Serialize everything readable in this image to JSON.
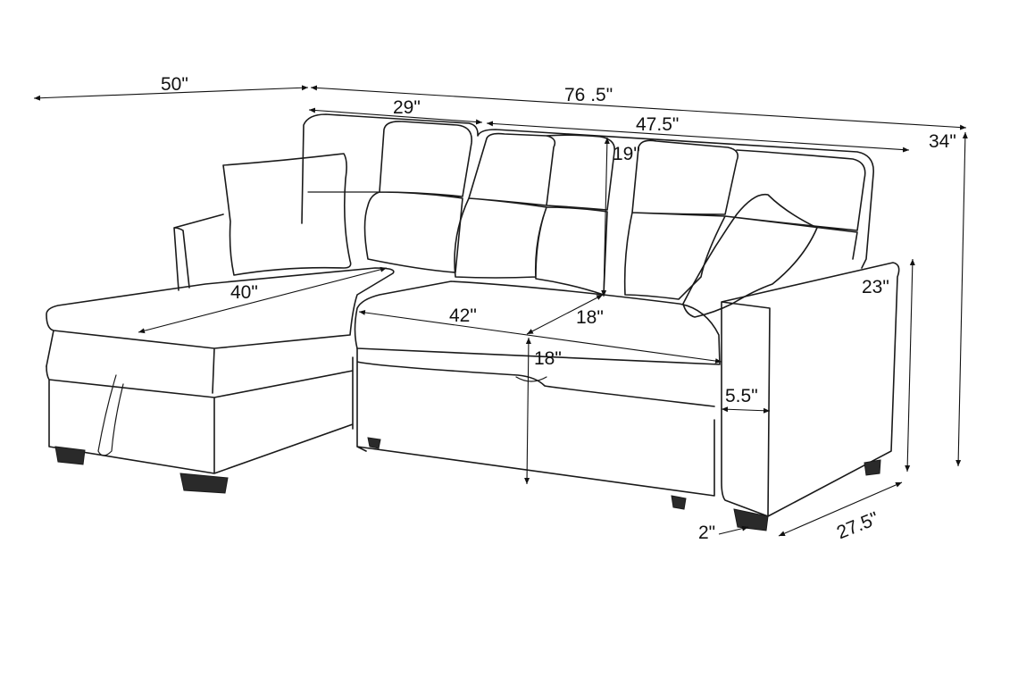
{
  "diagram": {
    "dimensions": {
      "chaise_depth": "50\"",
      "total_width": "76 .5\"",
      "chaise_back_width": "29\"",
      "sofa_back_width": "47.5\"",
      "back_height": "19\"",
      "total_height": "34\"",
      "chaise_seat_length": "40\"",
      "seat_width": "42\"",
      "seat_depth": "18\"",
      "seat_height": "18\"",
      "arm_height": "23\"",
      "arm_width": "5.5\"",
      "sofa_depth": "27.5\"",
      "leg_height": "2\""
    },
    "colors": {
      "line": "#1a1a1a",
      "background": "#ffffff"
    }
  }
}
